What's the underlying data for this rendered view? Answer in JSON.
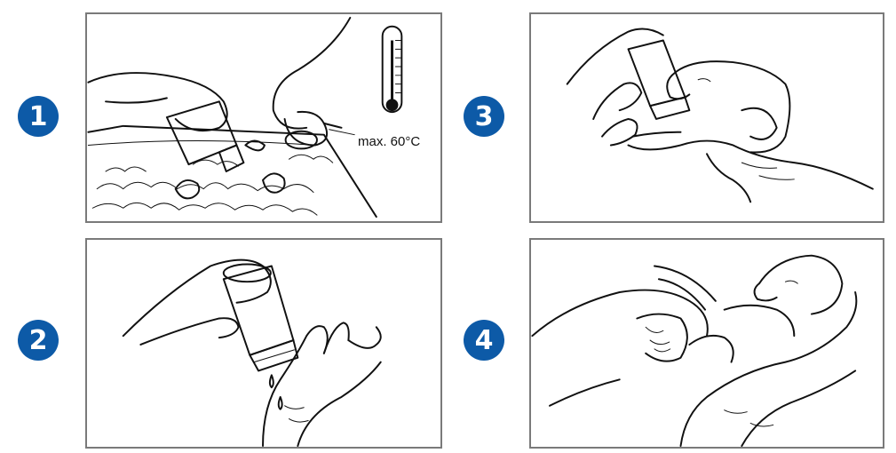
{
  "steps": [
    {
      "number": "1",
      "temperature_label": "max. 60°C"
    },
    {
      "number": "2"
    },
    {
      "number": "3"
    },
    {
      "number": "4"
    }
  ],
  "colors": {
    "badge": "#0d5aa7",
    "frame": "#7a7a7a",
    "ink": "#111111"
  }
}
